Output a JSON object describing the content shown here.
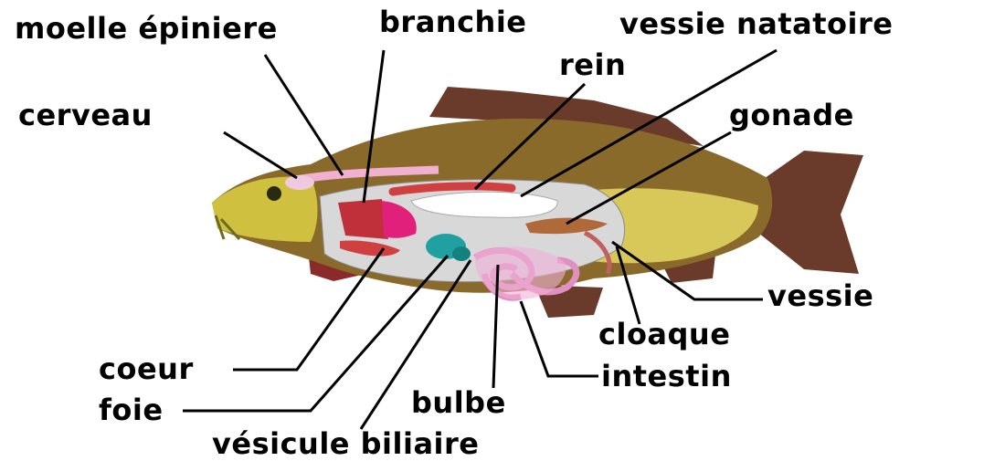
{
  "labels": {
    "moelle": "moelle épiniere",
    "branchie": "branchie",
    "vessie_natatoire": "vessie natatoire",
    "rein": "rein",
    "cerveau": "cerveau",
    "gonade": "gonade",
    "vessie": "vessie",
    "cloaque": "cloaque",
    "intestin": "intestin",
    "coeur": "coeur",
    "foie": "foie",
    "bulbe": "bulbe",
    "vesicule": "vésicule biliaire"
  },
  "colors": {
    "body_dark": "#8a6a2a",
    "body_light": "#d8c85a",
    "fin": "#6a3a2a",
    "cavity": "#d8d8d8",
    "gill": "#c0303a",
    "gill_magenta": "#e0207a",
    "liver": "#20a0a0",
    "intestine": "#f0b0d8",
    "gonad": "#b06a3a",
    "kidney": "#d04040",
    "swim_bladder": "#ffffff"
  }
}
